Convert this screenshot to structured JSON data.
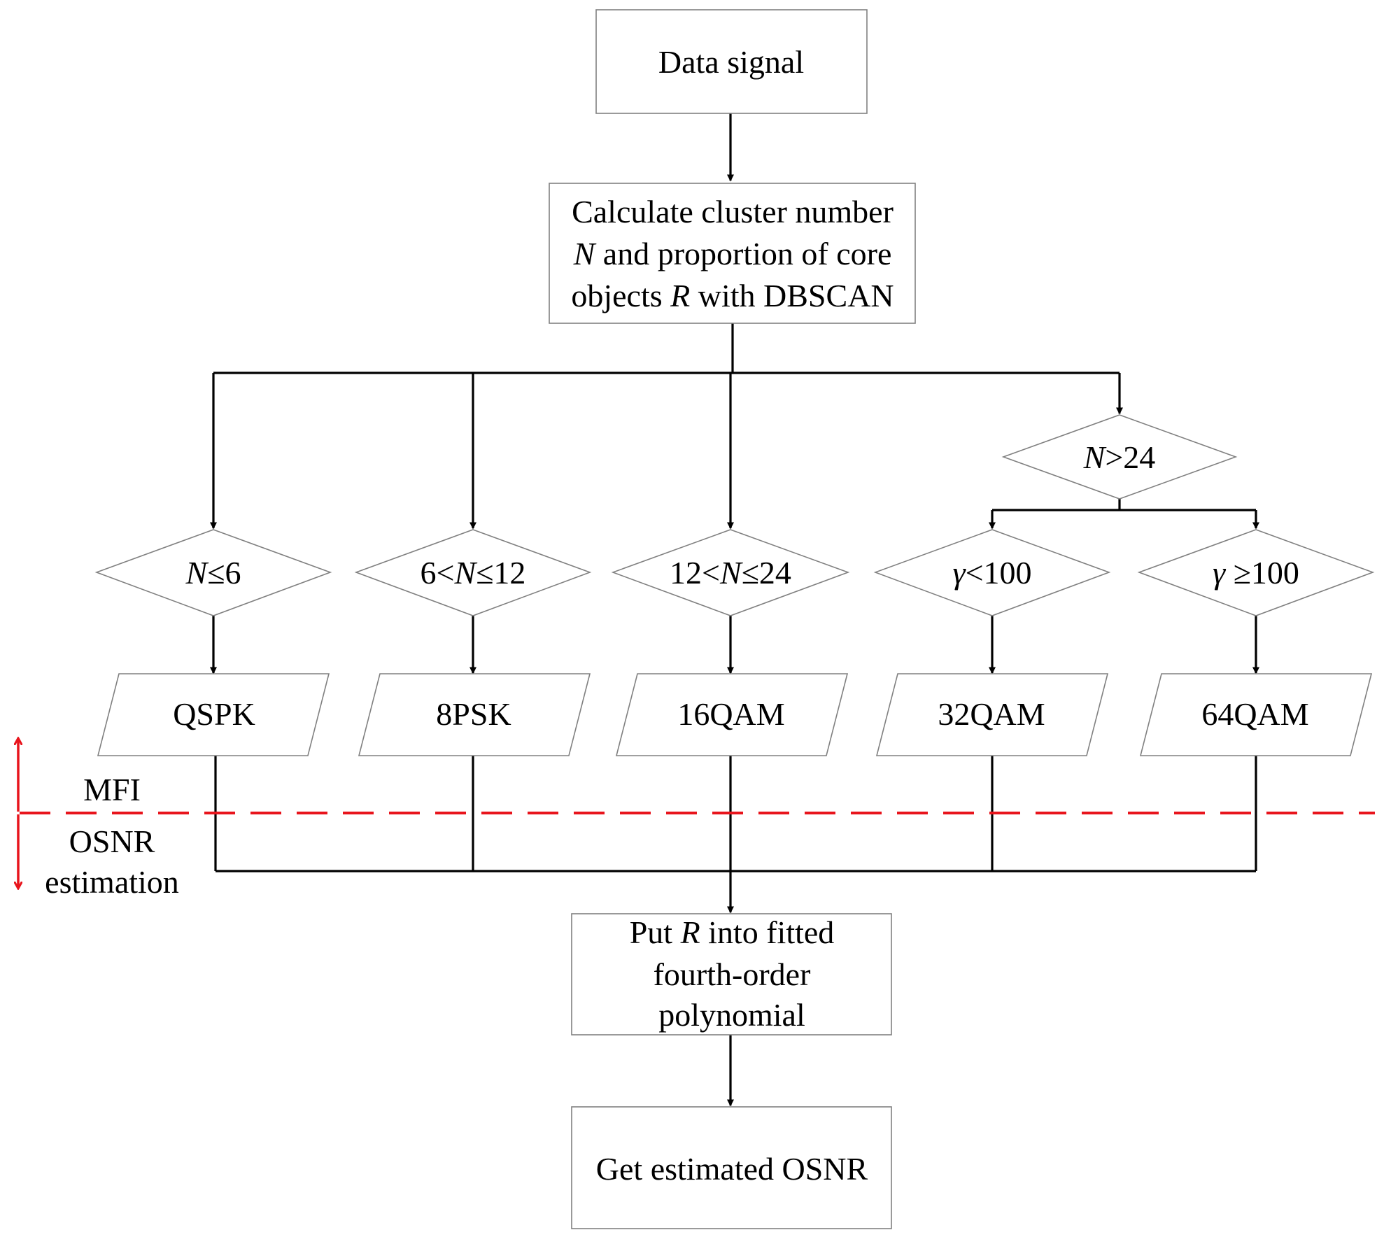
{
  "nodes": {
    "data_signal": "Data signal",
    "dbscan": {
      "line1": "Calculate cluster number",
      "line2_var": "N",
      "line2_rest": " and proportion of core",
      "line3_pre": "objects ",
      "line3_var": "R",
      "line3_rest": " with DBSCAN"
    },
    "cond_n_gt_24": {
      "var": "N",
      "rest": ">24"
    },
    "cond_le6": {
      "var": "N",
      "rest": "≤6"
    },
    "cond_6_12": {
      "pre": "6<",
      "var": "N",
      "rest": "≤12"
    },
    "cond_12_24": {
      "pre": "12<",
      "var": "N",
      "rest": "≤24"
    },
    "cond_gamma_lt": {
      "var": "γ",
      "rest": "<100"
    },
    "cond_gamma_ge": {
      "var": "γ",
      "rest": " ≥100"
    },
    "out_qpsk": "QSPK",
    "out_8psk": "8PSK",
    "out_16qam": "16QAM",
    "out_32qam": "32QAM",
    "out_64qam": "64QAM",
    "polynomial": {
      "line1_pre": "Put ",
      "line1_var": "R",
      "line1_rest": " into fitted",
      "line2": "fourth-order",
      "line3": "polynomial"
    },
    "result": "Get estimated OSNR"
  },
  "divider": {
    "upper_label": "MFI",
    "lower_label_1": "OSNR",
    "lower_label_2": "estimation",
    "color": "#e8141c"
  },
  "colors": {
    "box_stroke": "#808080",
    "arrow": "#000000",
    "background": "#ffffff"
  }
}
